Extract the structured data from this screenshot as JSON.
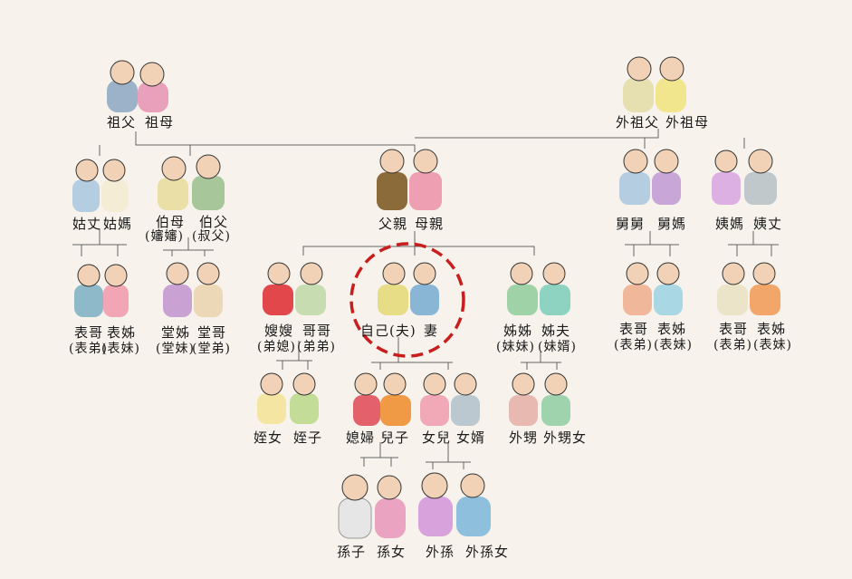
{
  "labels": {
    "grandfather": "祖父",
    "grandmother": "祖母",
    "maternal_grandfather": "外祖父",
    "maternal_grandmother": "外祖母",
    "paternal_aunt_husband": "姑丈",
    "paternal_aunt": "姑媽",
    "uncle_wife": "伯母",
    "uncle_wife_alt": "(嬸嬸)",
    "uncle": "伯父",
    "uncle_alt": "(叔父)",
    "father": "父親",
    "mother": "母親",
    "maternal_uncle": "舅舅",
    "maternal_uncle_wife": "舅媽",
    "maternal_aunt": "姨媽",
    "maternal_aunt_husband": "姨丈",
    "cousin_a_male": "表哥",
    "cousin_a_male_alt": "(表弟)",
    "cousin_a_female": "表姊",
    "cousin_a_female_alt": "(表妹)",
    "cousin_b_female": "堂姊",
    "cousin_b_female_alt": "(堂妹)",
    "cousin_b_male": "堂哥",
    "cousin_b_male_alt": "(堂弟)",
    "sister_in_law": "嫂嫂",
    "sister_in_law_alt": "(弟媳)",
    "brother": "哥哥",
    "brother_alt": "(弟弟)",
    "self": "自己(夫)",
    "wife": "妻",
    "sister": "姊姊",
    "sister_alt": "(妹妹)",
    "sister_husband": "姊夫",
    "sister_husband_alt": "(妹婿)",
    "cousin_c_male": "表哥",
    "cousin_c_male_alt": "(表弟)",
    "cousin_c_female": "表姊",
    "cousin_c_female_alt": "(表妹)",
    "cousin_d_male": "表哥",
    "cousin_d_male_alt": "(表弟)",
    "cousin_d_female": "表姊",
    "cousin_d_female_alt": "(表妹)",
    "niece": "姪女",
    "nephew": "姪子",
    "daughter_in_law": "媳婦",
    "son": "兒子",
    "daughter": "女兒",
    "son_in_law": "女婿",
    "sister_son": "外甥",
    "sister_daughter": "外甥女",
    "grandson": "孫子",
    "granddaughter": "孫女",
    "daughter_grandson": "外孫",
    "daughter_granddaughter": "外孫女"
  },
  "colors": {
    "highlight": "#c81e1e",
    "line": "#555555",
    "background": "#f7f3ec"
  }
}
